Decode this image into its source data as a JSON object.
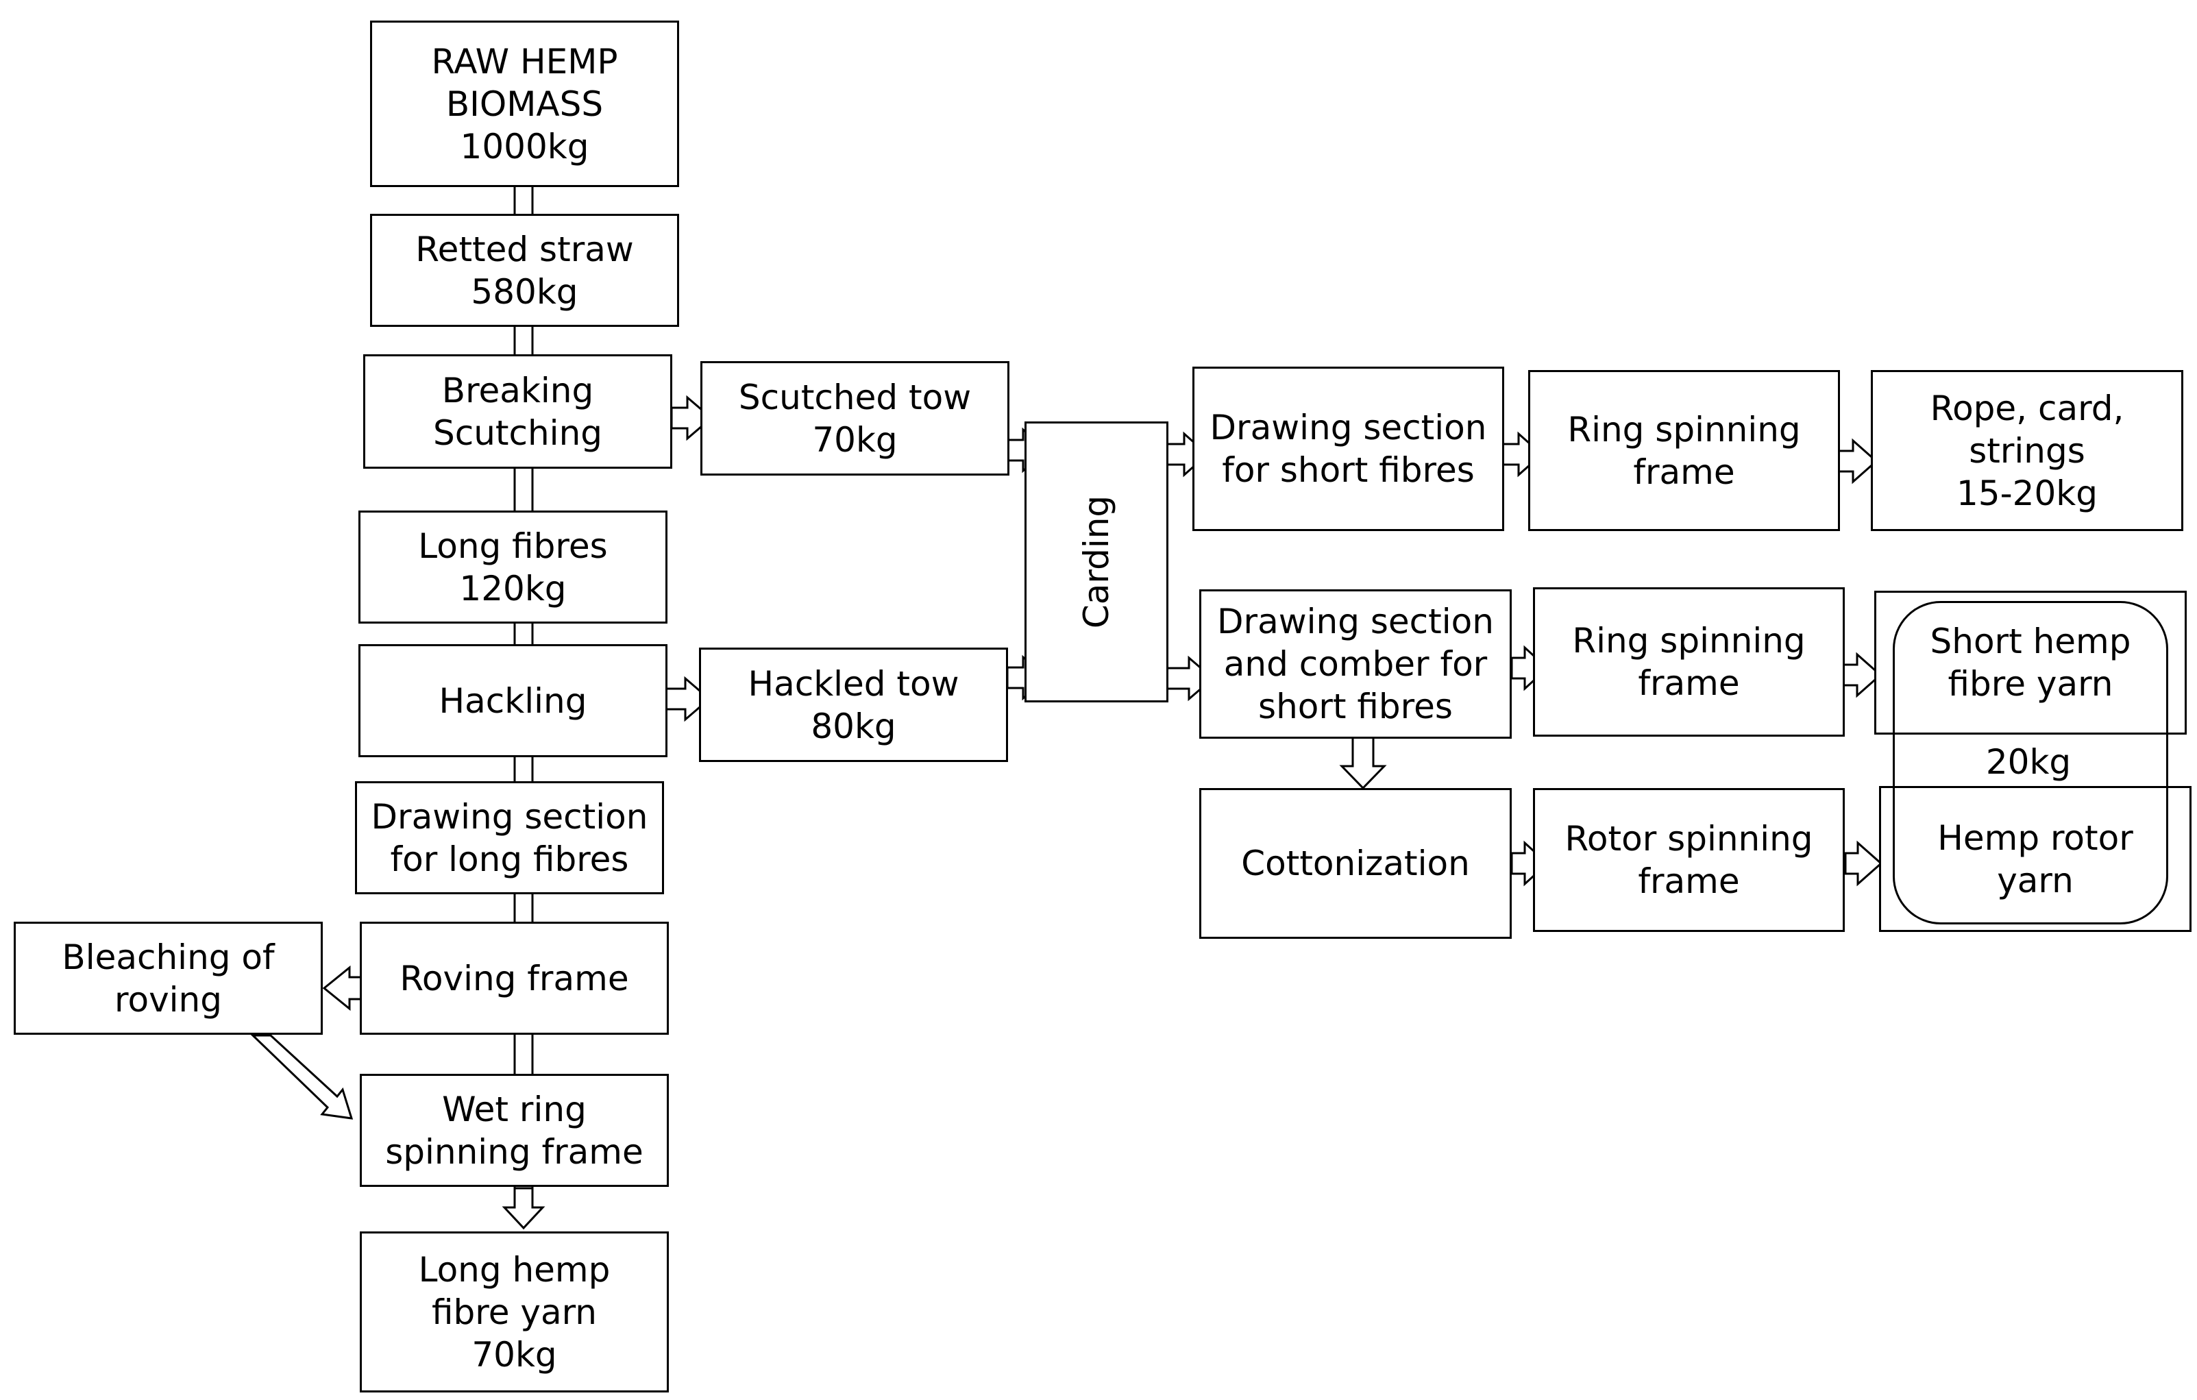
{
  "nodes": {
    "raw_hemp_biomass": "RAW HEMP\nBIOMASS\n1000kg",
    "retted_straw": "Retted straw\n580kg",
    "breaking_scutching": "Breaking\nScutching",
    "long_fibres": "Long fibres\n120kg",
    "hackling": "Hackling",
    "drawing_long": "Drawing section\nfor long fibres",
    "roving_frame": "Roving frame",
    "bleaching_roving": "Bleaching of\nroving",
    "wet_ring_spinning": "Wet ring\nspinning frame",
    "long_hemp_yarn": "Long hemp\nfibre yarn\n70kg",
    "scutched_tow": "Scutched tow\n70kg",
    "hackled_tow": "Hackled tow\n80kg",
    "carding": "Carding",
    "drawing_short": "Drawing section\nfor short fibres",
    "ring_spinning_1": "Ring spinning\nframe",
    "rope_card_strings": "Rope, card,\nstrings\n15-20kg",
    "drawing_comber_short": "Drawing section\nand comber for\nshort fibres",
    "ring_spinning_2": "Ring spinning\nframe",
    "short_hemp_yarn": "Short hemp\nfibre yarn",
    "short_yarn_weight": "20kg",
    "cottonization": "Cottonization",
    "rotor_spinning": "Rotor spinning\nframe",
    "hemp_rotor_yarn": "Hemp rotor\nyarn"
  }
}
